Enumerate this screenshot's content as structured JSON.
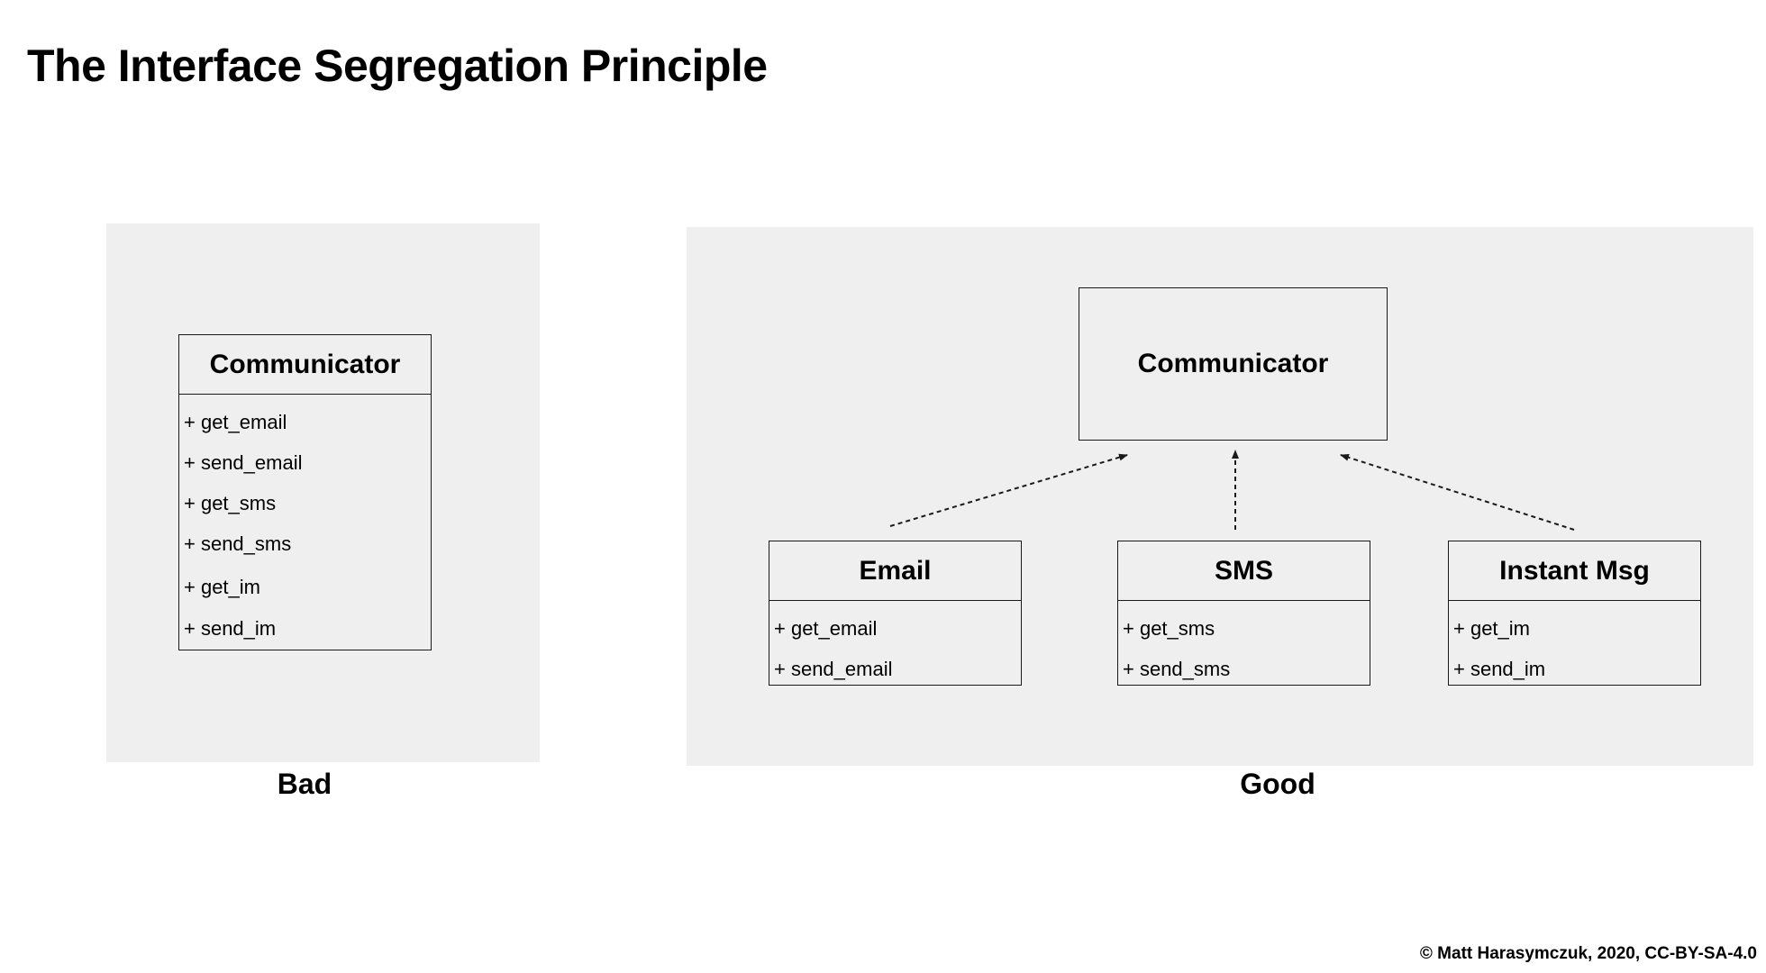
{
  "title": "The Interface Segregation Principle",
  "bad": {
    "caption": "Bad",
    "class_name": "Communicator",
    "methods": [
      "+ get_email",
      "+ send_email",
      "+ get_sms",
      "+ send_sms",
      "+ get_im",
      "+ send_im"
    ]
  },
  "good": {
    "caption": "Good",
    "interface_name": "Communicator",
    "classes": [
      {
        "name": "Email",
        "methods": [
          "+ get_email",
          "+ send_email"
        ]
      },
      {
        "name": "SMS",
        "methods": [
          "+ get_sms",
          "+ send_sms"
        ]
      },
      {
        "name": "Instant Msg",
        "methods": [
          "+ get_im",
          "+ send_im"
        ]
      }
    ]
  },
  "footer": "© Matt Harasymczuk, 2020, CC-BY-SA-4.0"
}
